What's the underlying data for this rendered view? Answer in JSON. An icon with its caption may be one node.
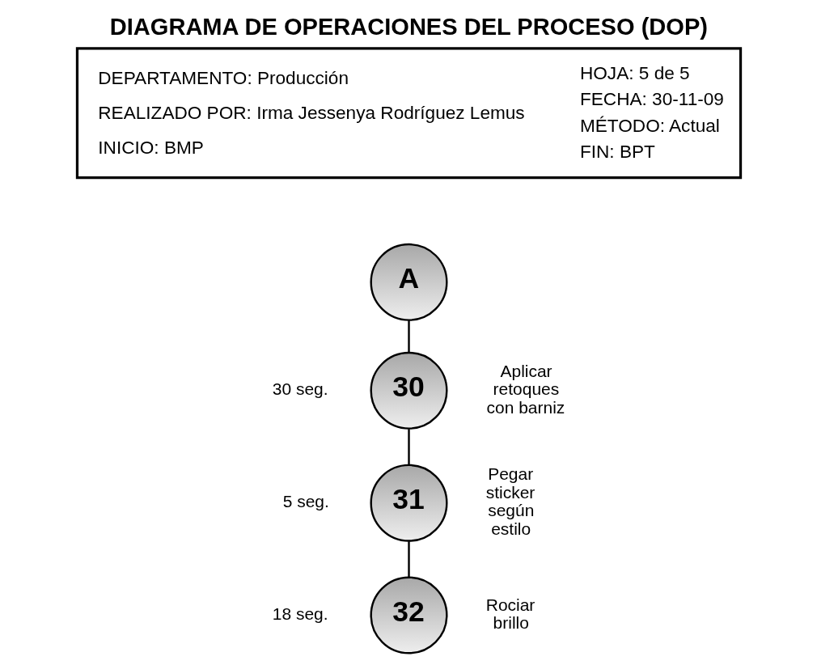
{
  "diagram": {
    "title": "DIAGRAMA DE OPERACIONES DEL PROCESO (DOP)",
    "nodes": [
      {
        "text": [
          "DEPARTAMENTO: Producción",
          "REALIZADO POR: Irma Jessenya Rodríguez Lemus",
          "INICIO: BMP",
          "HOJA: 5 de 5",
          "FECHA: 30-11-09",
          "MÉTODO: Actual",
          "FIN: BPT"
        ]
      },
      {
        "text": [
          "A"
        ]
      },
      {
        "text": [
          "30"
        ],
        "beside": [
          "30 seg.",
          "Aplicar retoques con barniz"
        ]
      },
      {
        "text": [
          "31"
        ],
        "beside": [
          "5 seg.",
          "Pegar sticker según estilo"
        ]
      },
      {
        "text": [
          "32"
        ],
        "beside": [
          "18 seg.",
          "Rociar brillo"
        ]
      }
    ],
    "edges": [
      {
        "from": 1,
        "to": 2,
        "arrow": "none"
      },
      {
        "from": 2,
        "to": 3,
        "arrow": "none"
      },
      {
        "from": 3,
        "to": 4,
        "arrow": "none"
      }
    ]
  }
}
